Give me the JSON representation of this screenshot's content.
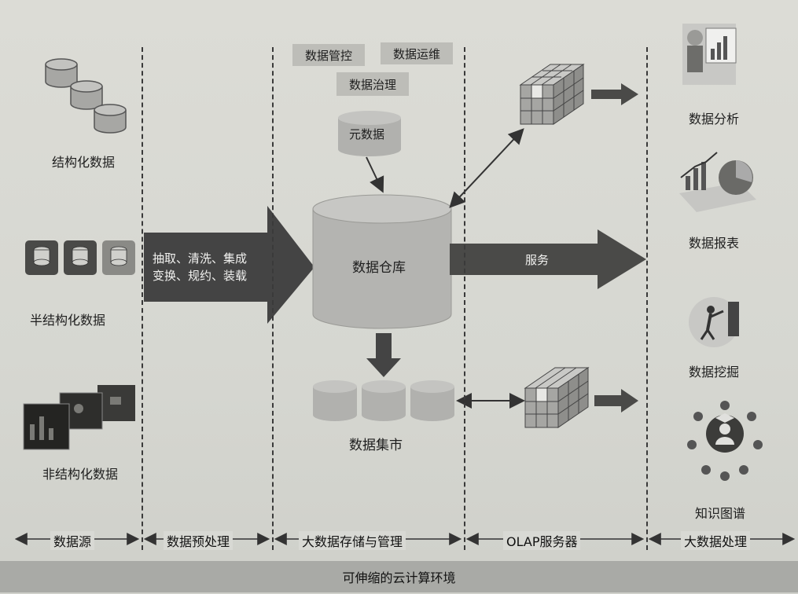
{
  "sources": {
    "structured": "结构化数据",
    "semi_structured": "半结构化数据",
    "unstructured": "非结构化数据"
  },
  "etl_arrow": {
    "line1": "抽取、清洗、集成",
    "line2": "变换、规约、装载"
  },
  "governance": {
    "control": "数据管控",
    "ops": "数据运维",
    "governance": "数据治理",
    "metadata": "元数据"
  },
  "warehouse": "数据仓库",
  "service": "服务",
  "data_mart": "数据集市",
  "outputs": {
    "analysis": "数据分析",
    "report": "数据报表",
    "mining": "数据挖掘",
    "knowledge_graph": "知识图谱"
  },
  "stages": {
    "source": "数据源",
    "preprocess": "数据预处理",
    "storage": "大数据存储与管理",
    "olap": "OLAP服务器",
    "bigdata": "大数据处理"
  },
  "footer": "可伸缩的云计算环境"
}
